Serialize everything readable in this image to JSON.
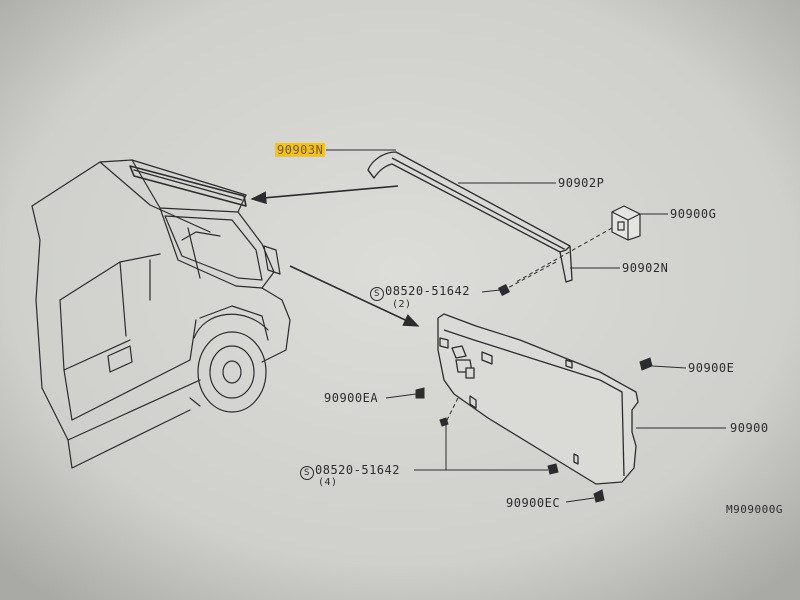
{
  "callouts": {
    "p90903N": "90903N",
    "p90902P": "90902P",
    "p90900G": "90900G",
    "p90902N": "90902N",
    "screw_top_symbol": "S",
    "screw_top": "08520-51642",
    "screw_top_qty": "(2)",
    "p90900E": "90900E",
    "p90900EA": "90900EA",
    "p90900": "90900",
    "screw_bottom_symbol": "S",
    "screw_bottom": "08520-51642",
    "screw_bottom_qty": "(4)",
    "p90900EC": "90900EC",
    "diagram_id": "M909000G"
  },
  "colors": {
    "paper": "#cfd0cc",
    "ink": "#2b2c2e",
    "highlight": "#f3c21c"
  }
}
